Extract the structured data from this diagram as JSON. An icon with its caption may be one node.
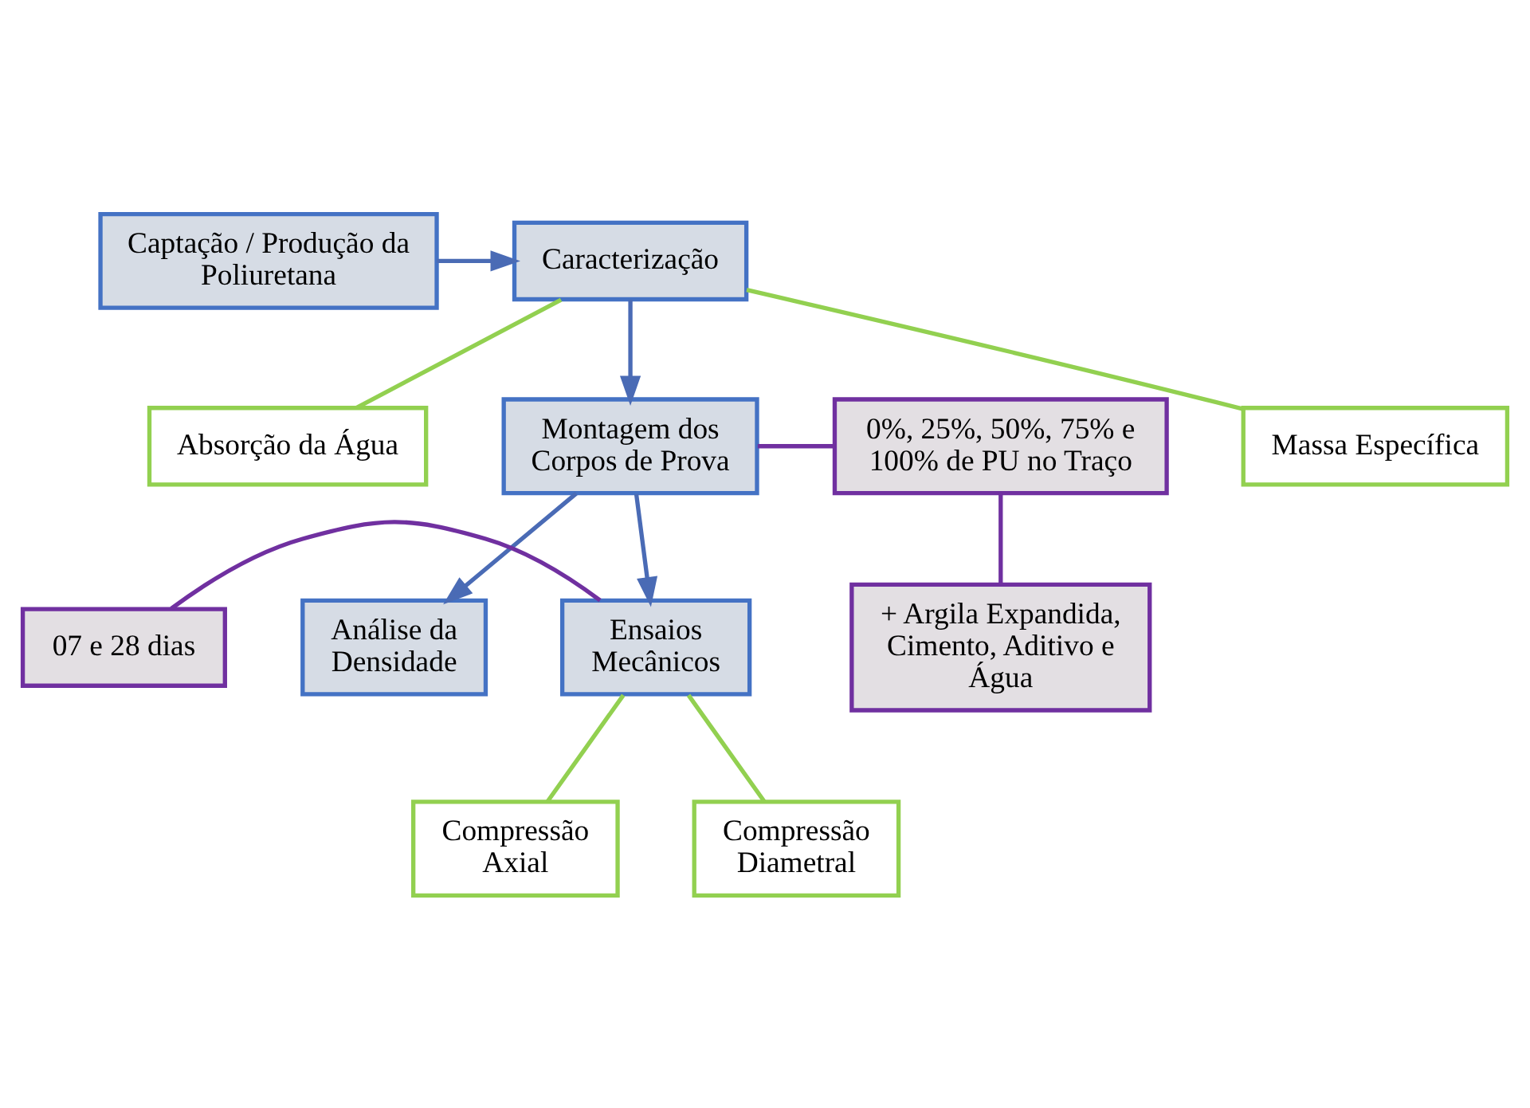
{
  "diagram": {
    "nodes": [
      {
        "text": [
          "Captação / Produção da Poliuretana"
        ]
      },
      {
        "text": [
          "Caracterização"
        ]
      },
      {
        "text": [
          "Massa Específica"
        ]
      },
      {
        "text": [
          "Absorção da Água"
        ]
      },
      {
        "text": [
          "0%, 25%, 50%, 75% e 100% de PU no Traço"
        ]
      },
      {
        "text": [
          "Montagem dos Corpos de Prova"
        ]
      },
      {
        "text": [
          "+ Argila Expandida, Cimento, Aditivo e Água"
        ]
      },
      {
        "text": [
          "07 e 28 dias"
        ]
      },
      {
        "text": [
          "Ensaios Mecânicos"
        ]
      },
      {
        "text": [
          "Análise da Densidade"
        ]
      },
      {
        "text": [
          "Compressão Axial"
        ]
      },
      {
        "text": [
          "Compressão Diametral"
        ]
      }
    ],
    "edges": [
      {
        "from": 0,
        "to": 1,
        "arrow": "to"
      },
      {
        "from": 1,
        "to": 2,
        "arrow": "none",
        "color": "#92d050"
      },
      {
        "from": 1,
        "to": 3,
        "arrow": "none",
        "color": "#92d050"
      },
      {
        "from": 1,
        "to": 5,
        "arrow": "to"
      },
      {
        "from": 4,
        "to": 5,
        "arrow": "none",
        "color": "#7030a0"
      },
      {
        "from": 4,
        "to": 6,
        "arrow": "none",
        "color": "#7030a0"
      },
      {
        "from": 5,
        "to": 8,
        "arrow": "to"
      },
      {
        "from": 5,
        "to": 9,
        "arrow": "to"
      },
      {
        "from": 7,
        "to": 8,
        "arrow": "none",
        "color": "#7030a0"
      },
      {
        "from": 8,
        "to": 10,
        "arrow": "none",
        "color": "#92d050"
      },
      {
        "from": 8,
        "to": 11,
        "arrow": "none",
        "color": "#92d050"
      }
    ]
  }
}
